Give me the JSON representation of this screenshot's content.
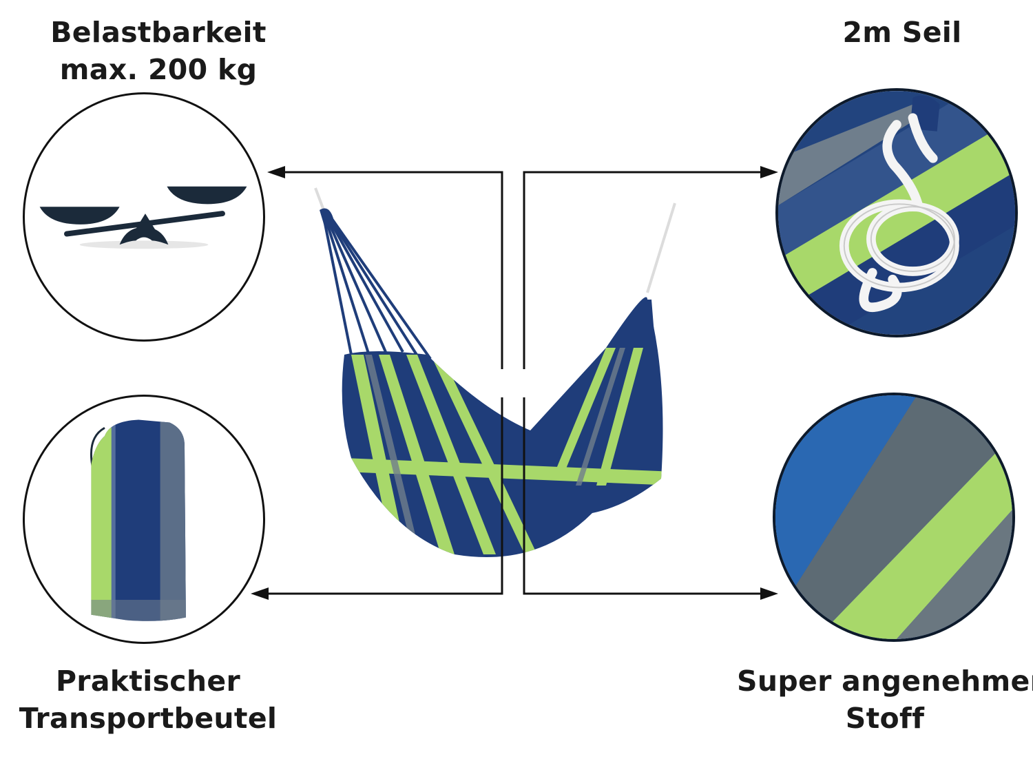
{
  "features": {
    "top_left": {
      "line1": "Belastbarkeit",
      "line2": "max. 200 kg",
      "icon": "scale-icon"
    },
    "top_right": {
      "line1": "2m Seil",
      "icon": "rope-icon"
    },
    "bottom_left": {
      "line1": "Praktischer",
      "line2": "Transportbeutel",
      "icon": "bag-icon"
    },
    "bottom_right": {
      "line1": "Super angenehmer",
      "line2": "Stoff",
      "icon": "fabric-icon"
    }
  },
  "colors": {
    "navy": "#1f3d7a",
    "green": "#a8d86a",
    "gray": "#6f7e8c",
    "dark": "#1b2a3a"
  }
}
